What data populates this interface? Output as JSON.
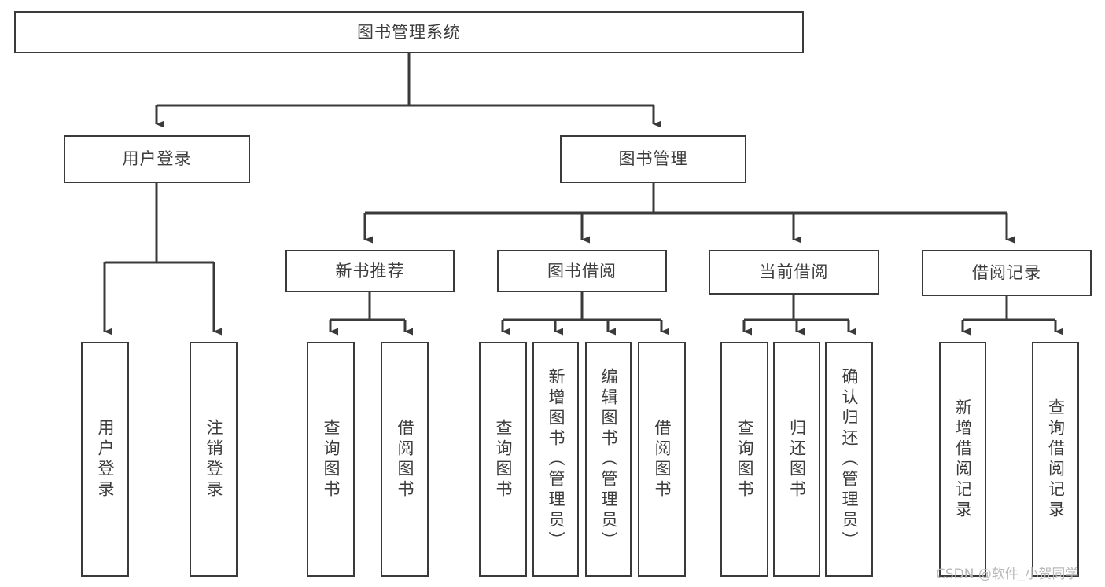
{
  "diagram": {
    "title": "图书管理系统",
    "type": "tree-hierarchy-chart",
    "orientation": "top-down",
    "colors": {
      "box_border": "#3a3a3a",
      "box_fill": "#ffffff",
      "text": "#3c3c3c",
      "edge": "#3a3a3a",
      "watermark": "#b9b9b9",
      "background": "#ffffff"
    },
    "root": {
      "label": "图书管理系统"
    },
    "level2": [
      {
        "label": "用户登录"
      },
      {
        "label": "图书管理"
      }
    ],
    "level3": [
      {
        "label": "新书推荐"
      },
      {
        "label": "图书借阅"
      },
      {
        "label": "当前借阅"
      },
      {
        "label": "借阅记录"
      }
    ],
    "leaves": {
      "user_login": [
        {
          "label": "用户登录"
        },
        {
          "label": "注销登录"
        }
      ],
      "new_book": [
        {
          "label": "查询图书"
        },
        {
          "label": "借阅图书"
        }
      ],
      "borrow": [
        {
          "label": "查询图书"
        },
        {
          "label": "新增图书（管理员）"
        },
        {
          "label": "编辑图书（管理员）"
        },
        {
          "label": "借阅图书"
        }
      ],
      "current": [
        {
          "label": "查询图书"
        },
        {
          "label": "归还图书"
        },
        {
          "label": "确认归还（管理员）"
        }
      ],
      "records": [
        {
          "label": "新增借阅记录"
        },
        {
          "label": "查询借阅记录"
        }
      ]
    }
  },
  "watermark": {
    "text": "CSDN @软件_小贺同学"
  }
}
